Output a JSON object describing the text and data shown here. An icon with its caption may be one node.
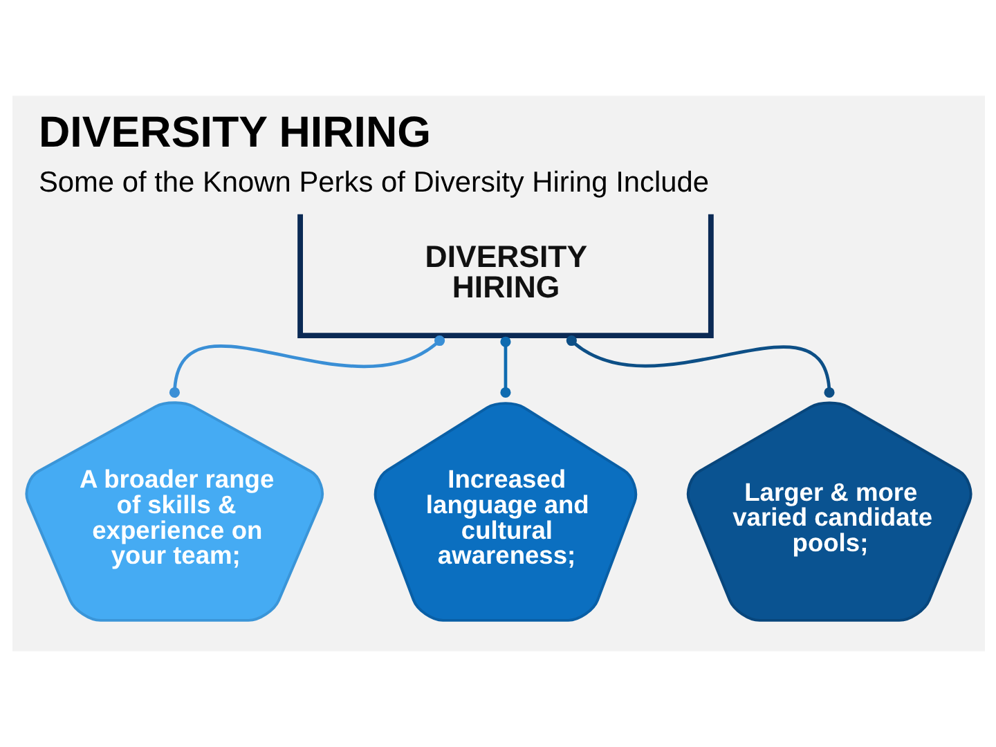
{
  "diagram": {
    "title": "DIVERSITY HIRING",
    "caption": "Some of the Known Perks of Diversity Hiring Include",
    "nodes": [
      {
        "text": [
          "DIVERSITY HIRING"
        ]
      },
      {
        "text": [
          "A broader range of skills & experience on your team;"
        ]
      },
      {
        "text": [
          "Increased language and cultural awareness;"
        ]
      },
      {
        "text": [
          "Larger & more varied candidate pools;"
        ]
      }
    ],
    "edges": [
      {
        "from": 0,
        "to": 1,
        "arrow": "other",
        "color": "#3a8fd6"
      },
      {
        "from": 0,
        "to": 2,
        "arrow": "other",
        "color": "#0f6bb0"
      },
      {
        "from": 0,
        "to": 3,
        "arrow": "other",
        "color": "#0d4f86"
      }
    ]
  }
}
